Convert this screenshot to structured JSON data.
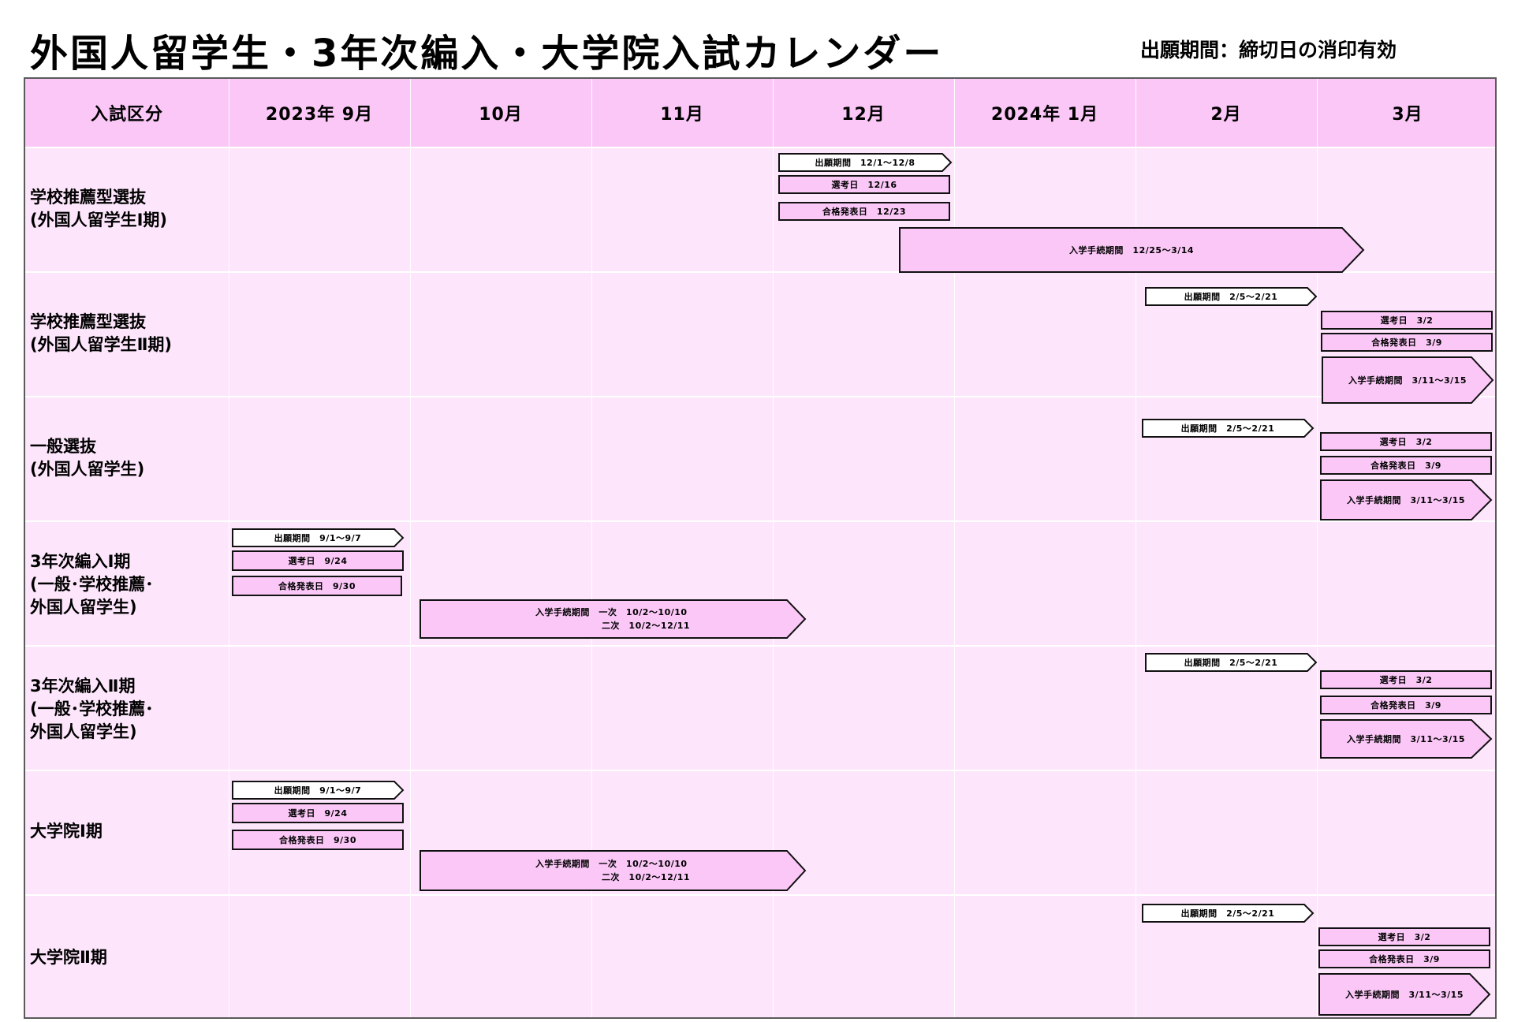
{
  "title": "外国人留学生・3年次編入・大学院入試カレンダー",
  "note": "出願期間：締切日の消印有効",
  "header": {
    "category": "入試区分",
    "months": [
      "2023年 9月",
      "10月",
      "11月",
      "12月",
      "2024年 1月",
      "2月",
      "3月"
    ]
  },
  "rows": [
    {
      "label": [
        "学校推薦型選抜",
        "(外国人留学生Ⅰ期)"
      ],
      "events": {
        "application": "出願期間　12/1～12/8",
        "exam": "選考日　12/16",
        "result": "合格発表日　12/23",
        "enrollment": "入学手続期間　12/25～3/14"
      }
    },
    {
      "label": [
        "学校推薦型選抜",
        "(外国人留学生Ⅱ期)"
      ],
      "events": {
        "application": "出願期間　2/5～2/21",
        "exam": "選考日　3/2",
        "result": "合格発表日　3/9",
        "enrollment": "入学手続期間　3/11～3/15"
      }
    },
    {
      "label": [
        "一般選抜",
        "(外国人留学生)"
      ],
      "events": {
        "application": "出願期間　2/5～2/21",
        "exam": "選考日　3/2",
        "result": "合格発表日　3/9",
        "enrollment": "入学手続期間　3/11～3/15"
      }
    },
    {
      "label": [
        "3年次編入Ⅰ期",
        "(一般･学校推薦･",
        "外国人留学生)"
      ],
      "events": {
        "application": "出願期間　9/1～9/7",
        "exam": "選考日　9/24",
        "result": "合格発表日　9/30",
        "enrollment_line1": "入学手続期間　一次　10/2～10/10",
        "enrollment_line2": "二次　10/2～12/11"
      }
    },
    {
      "label": [
        "3年次編入Ⅱ期",
        "(一般･学校推薦･",
        "外国人留学生)"
      ],
      "events": {
        "application": "出願期間　2/5～2/21",
        "exam": "選考日　3/2",
        "result": "合格発表日　3/9",
        "enrollment": "入学手続期間　3/11～3/15"
      }
    },
    {
      "label": [
        "大学院Ⅰ期"
      ],
      "events": {
        "application": "出願期間　9/1～9/7",
        "exam": "選考日　9/24",
        "result": "合格発表日　9/30",
        "enrollment_line1": "入学手続期間　一次　10/2～10/10",
        "enrollment_line2": "二次　10/2～12/11"
      }
    },
    {
      "label": [
        "大学院Ⅱ期"
      ],
      "events": {
        "application": "出願期間　2/5～2/21",
        "exam": "選考日　3/2",
        "result": "合格発表日　3/9",
        "enrollment": "入学手続期間　3/11～3/15"
      }
    }
  ]
}
